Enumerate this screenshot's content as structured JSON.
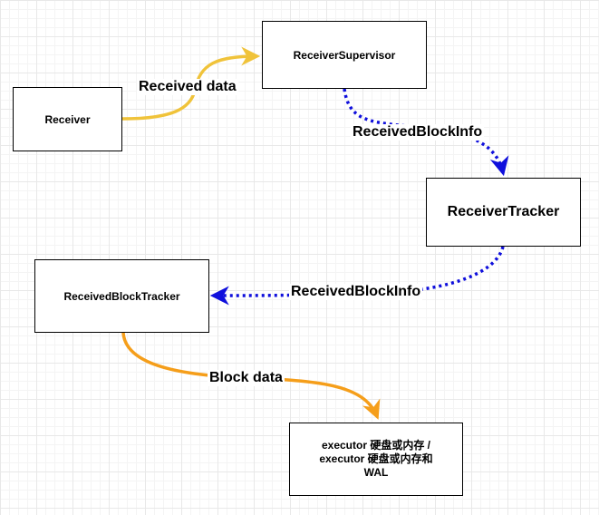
{
  "nodes": {
    "receiver": "Receiver",
    "supervisor": "ReceiverSupervisor",
    "tracker": "ReceiverTracker",
    "block_tracker": "ReceivedBlockTracker",
    "storage": "executor 硬盘或内存 /\nexecutor 硬盘或内存和\nWAL"
  },
  "edges": {
    "received_data": "Received data",
    "received_block_info_1": "ReceivedBlockInfo",
    "received_block_info_2": "ReceivedBlockInfo",
    "block_data": "Block data"
  },
  "colors": {
    "received_data_edge": "#f0c33a",
    "block_info_edge": "#0f0fdc",
    "block_data_edge": "#f59e1a"
  }
}
